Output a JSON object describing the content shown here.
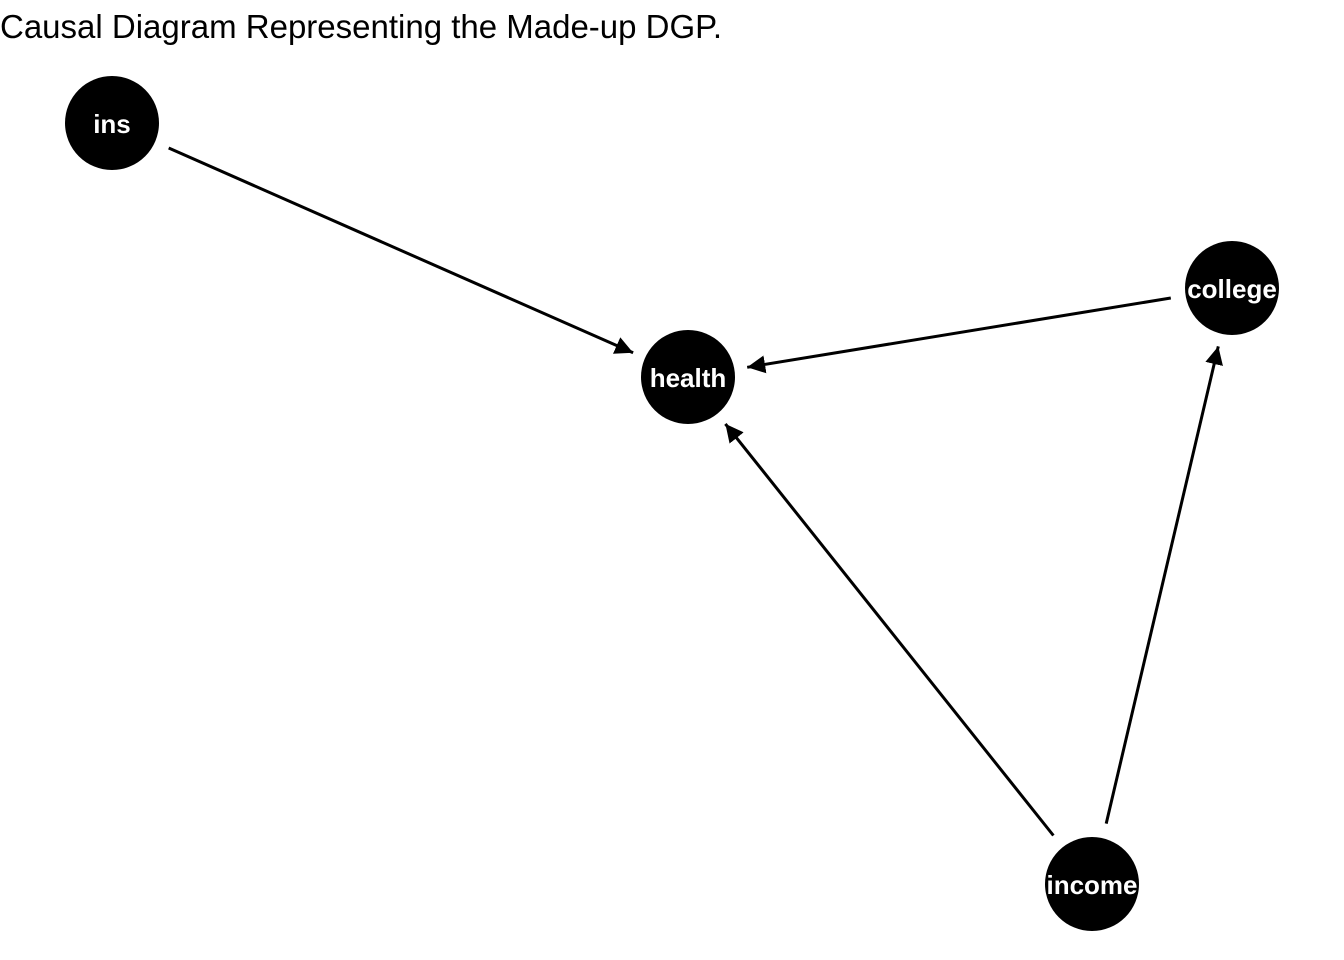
{
  "title": "Causal Diagram Representing the Made-up DGP.",
  "colors": {
    "node_fill": "#000000",
    "node_text": "#ffffff",
    "edge": "#000000",
    "background": "#ffffff"
  },
  "nodes": [
    {
      "id": "ins",
      "label": "ins"
    },
    {
      "id": "health",
      "label": "health"
    },
    {
      "id": "college",
      "label": "college"
    },
    {
      "id": "income",
      "label": "income"
    }
  ],
  "edges": [
    {
      "from": "ins",
      "to": "health"
    },
    {
      "from": "college",
      "to": "health"
    },
    {
      "from": "income",
      "to": "health"
    },
    {
      "from": "income",
      "to": "college"
    }
  ]
}
